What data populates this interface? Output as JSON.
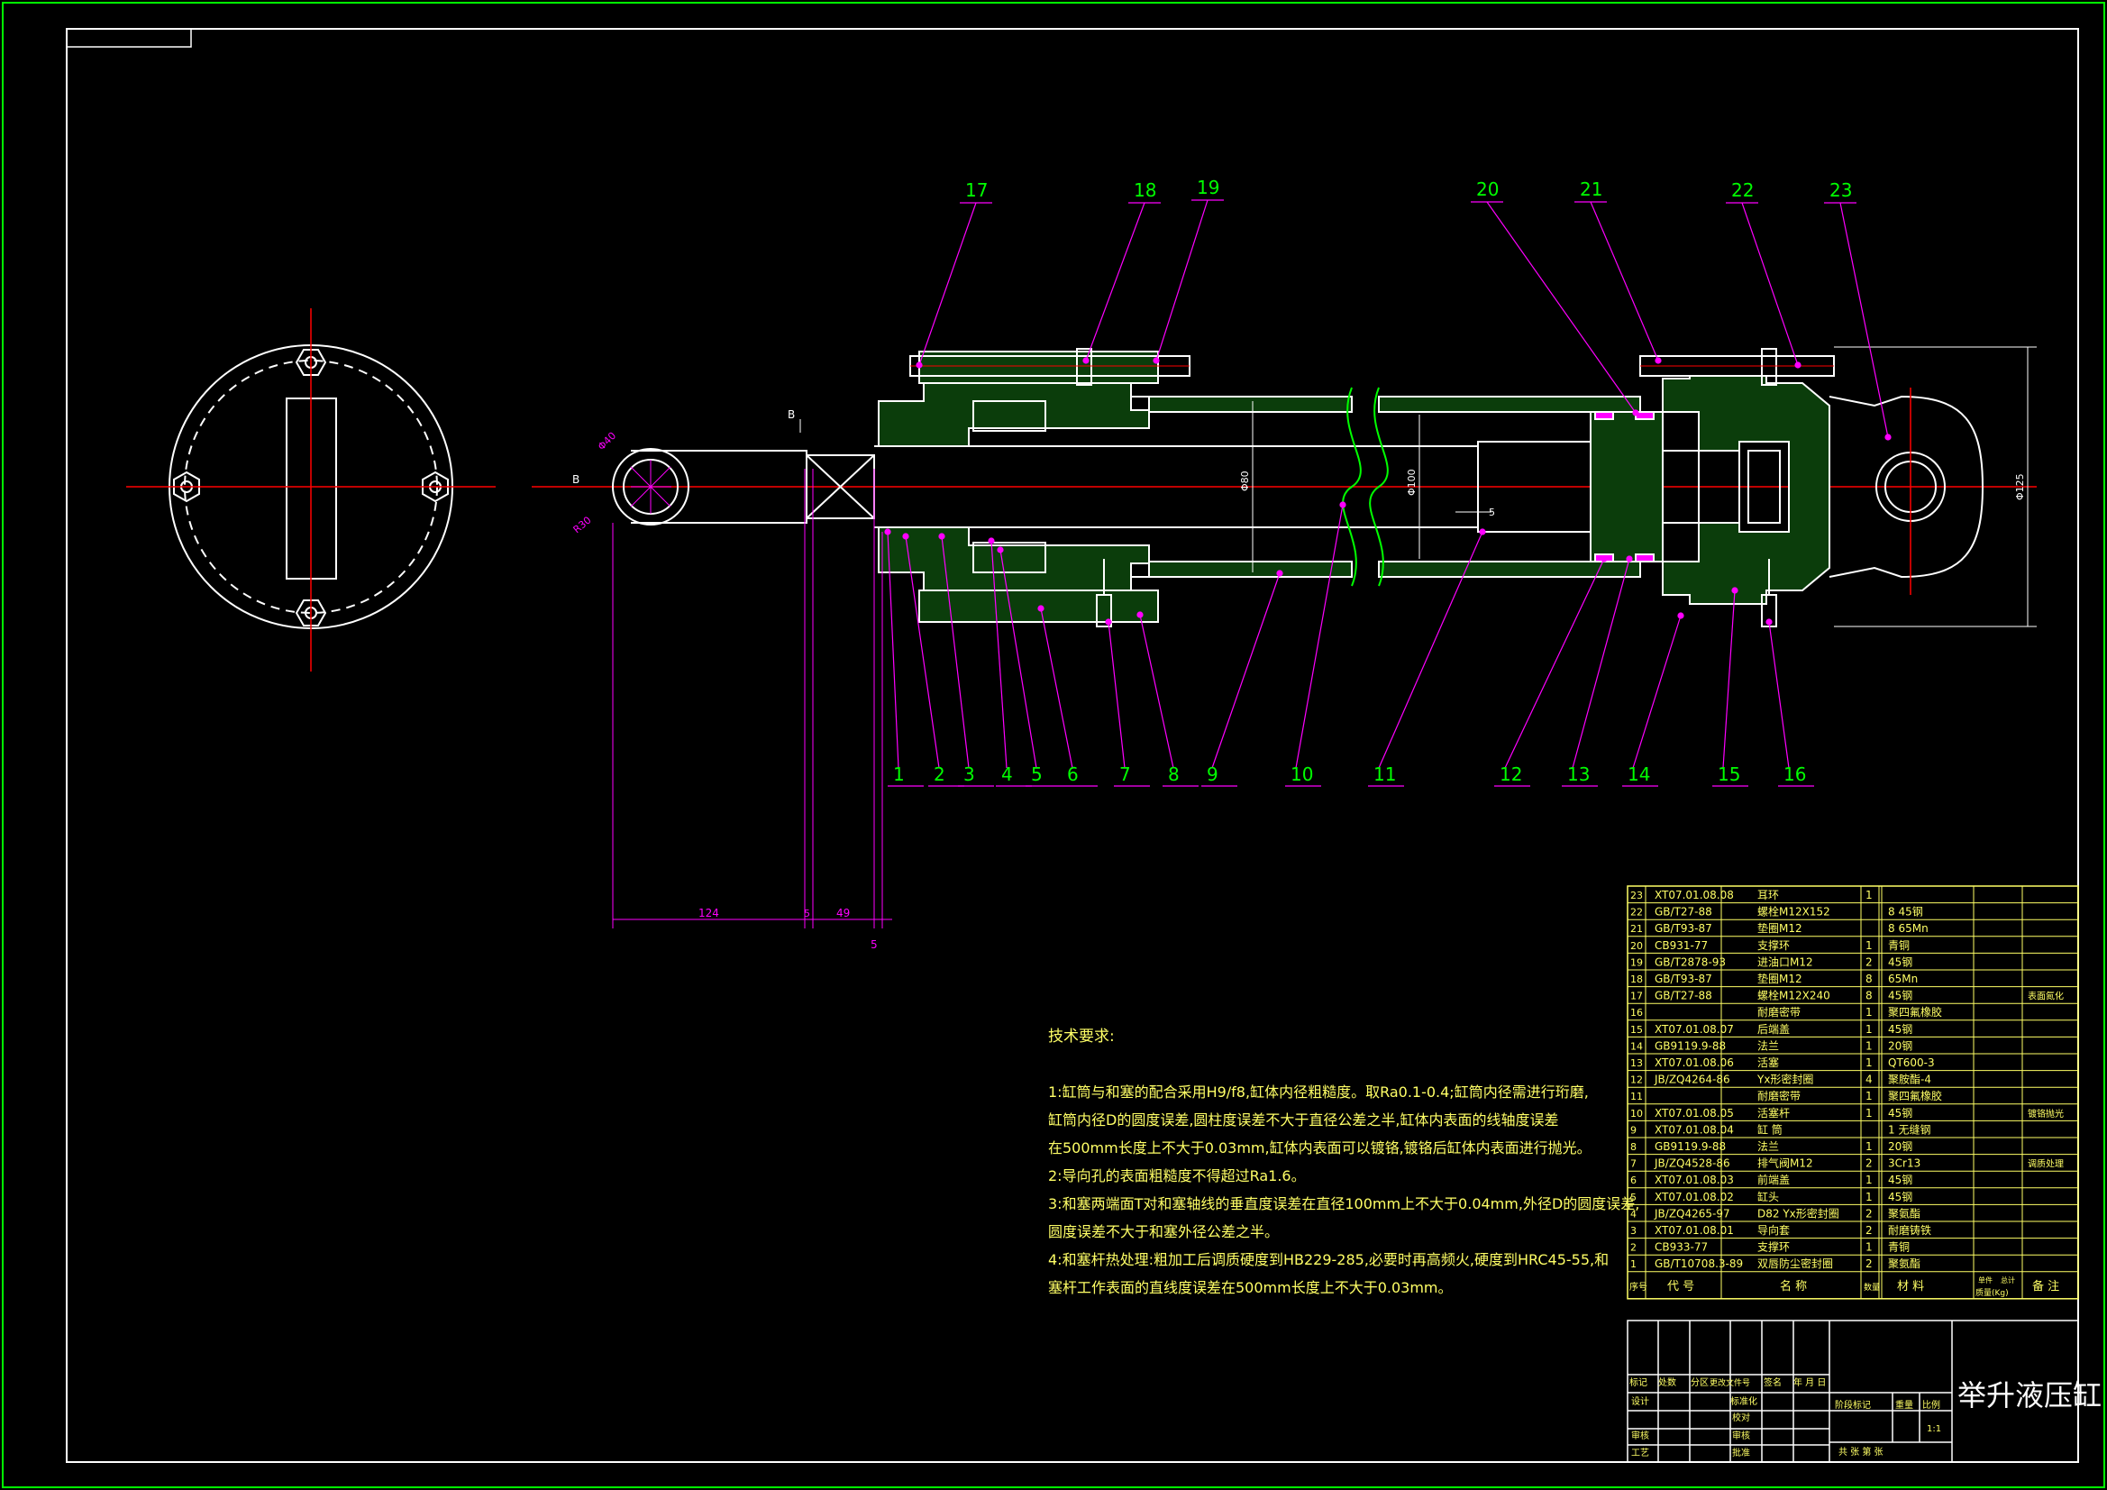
{
  "drawing": {
    "title": "举升液压缸",
    "section_marker": "B",
    "colors": {
      "border": "#00ff00",
      "part": "#ffffff",
      "hatch": "#00ff00",
      "centerline": "#ff0000",
      "leader": "#ff00ff",
      "balloon_text": "#00ff00",
      "table": "#ffff66",
      "hidden": "#ffffff"
    },
    "balloons_top": [
      "17",
      "18",
      "19",
      "20",
      "21",
      "22",
      "23"
    ],
    "balloons_bottom": [
      "1",
      "2",
      "3",
      "4",
      "5",
      "6",
      "7",
      "8",
      "9",
      "10",
      "11",
      "12",
      "13",
      "14",
      "15",
      "16"
    ],
    "dimensions": {
      "d124": "124",
      "d5a": "5",
      "d49": "49",
      "d5b": "5",
      "r30": "R30",
      "phi40": "Φ40",
      "phi80": "Φ80",
      "phi100": "Φ100",
      "d5c": "5",
      "phi125": "Φ125"
    }
  },
  "notes": {
    "title": "技术要求:",
    "lines": [
      "1:缸筒与和塞的配合采用H9/f8,缸体内径粗糙度。取Ra0.1-0.4;缸筒内径需进行珩磨,",
      "缸筒内径D的圆度误差,圆柱度误差不大于直径公差之半,缸体内表面的线轴度误差",
      "在500mm长度上不大于0.03mm,缸体内表面可以镀铬,镀铬后缸体内表面进行抛光。",
      "2:导向孔的表面粗糙度不得超过Ra1.6。",
      "3:和塞两端面T对和塞轴线的垂直度误差在直径100mm上不大于0.04mm,外径D的圆度误差,",
      "圆度误差不大于和塞外径公差之半。",
      "4:和塞杆热处理:粗加工后调质硬度到HB229-285,必要时再高频火,硬度到HRC45-55,和",
      "塞杆工作表面的直线度误差在500mm长度上不大于0.03mm。"
    ]
  },
  "bom": {
    "rows": [
      {
        "no": "23",
        "code": "XT07.01.08.08",
        "name": "耳环",
        "qty": "1",
        "material": "",
        "remark": ""
      },
      {
        "no": "22",
        "code": "GB/T27-88",
        "name": "螺栓M12X152",
        "qty": "",
        "material": "8   45钢",
        "remark": ""
      },
      {
        "no": "21",
        "code": "GB/T93-87",
        "name": "垫圈M12",
        "qty": "",
        "material": "8   65Mn",
        "remark": ""
      },
      {
        "no": "20",
        "code": "CB931-77",
        "name": "支撑环",
        "qty": "1",
        "material": "青铜",
        "remark": ""
      },
      {
        "no": "19",
        "code": "GB/T2878-93",
        "name": "进油口M12",
        "qty": "2",
        "material": "45钢",
        "remark": ""
      },
      {
        "no": "18",
        "code": "GB/T93-87",
        "name": "垫圈M12",
        "qty": "8",
        "material": "65Mn",
        "remark": ""
      },
      {
        "no": "17",
        "code": "GB/T27-88",
        "name": "螺栓M12X240",
        "qty": "8",
        "material": "45钢",
        "remark": "表面氮化"
      },
      {
        "no": "16",
        "code": "",
        "name": "耐磨密带",
        "qty": "1",
        "material": "聚四氟橡胶",
        "remark": ""
      },
      {
        "no": "15",
        "code": "XT07.01.08.07",
        "name": "后端盖",
        "qty": "1",
        "material": "45钢",
        "remark": ""
      },
      {
        "no": "14",
        "code": "GB9119.9-88",
        "name": "法兰",
        "qty": "1",
        "material": "20钢",
        "remark": ""
      },
      {
        "no": "13",
        "code": "XT07.01.08.06",
        "name": "活塞",
        "qty": "1",
        "material": "QT600-3",
        "remark": ""
      },
      {
        "no": "12",
        "code": "JB/ZQ4264-86",
        "name": "Yx形密封圈",
        "qty": "4",
        "material": "聚胺酯-4",
        "remark": ""
      },
      {
        "no": "11",
        "code": "",
        "name": "耐磨密带",
        "qty": "1",
        "material": "聚四氟橡胶",
        "remark": ""
      },
      {
        "no": "10",
        "code": "XT07.01.08.05",
        "name": "活塞杆",
        "qty": "1",
        "material": "45钢",
        "remark": "镀铬抛光"
      },
      {
        "no": "9",
        "code": "XT07.01.08.04",
        "name": "缸  筒",
        "qty": "",
        "material": "1   无缝钢",
        "remark": ""
      },
      {
        "no": "8",
        "code": "GB9119.9-88",
        "name": "法兰",
        "qty": "1",
        "material": "20钢",
        "remark": ""
      },
      {
        "no": "7",
        "code": "JB/ZQ4528-86",
        "name": "排气阀M12",
        "qty": "2",
        "material": "3Cr13",
        "remark": "调质处理"
      },
      {
        "no": "6",
        "code": "XT07.01.08.03",
        "name": "前端盖",
        "qty": "1",
        "material": "45钢",
        "remark": ""
      },
      {
        "no": "5",
        "code": "XT07.01.08.02",
        "name": "缸头",
        "qty": "1",
        "material": "45钢",
        "remark": ""
      },
      {
        "no": "4",
        "code": "JB/ZQ4265-97",
        "name": "D82 Yx形密封圈",
        "qty": "2",
        "material": "聚氨酯",
        "remark": ""
      },
      {
        "no": "3",
        "code": "XT07.01.08.01",
        "name": "导向套",
        "qty": "2",
        "material": "耐磨铸铁",
        "remark": ""
      },
      {
        "no": "2",
        "code": "CB933-77",
        "name": "支撑环",
        "qty": "1",
        "material": "青铜",
        "remark": ""
      },
      {
        "no": "1",
        "code": "GB/T10708.3-89",
        "name": "双唇防尘密封圈",
        "qty": "2",
        "material": "聚氨酯",
        "remark": ""
      }
    ],
    "header": {
      "no": "序号",
      "code": "代  号",
      "name": "名  称",
      "qty": "数量",
      "material": "材  料",
      "unit_weight": "单件",
      "total_weight": "总计",
      "weight_label": "质量(Kg)",
      "remark": "备  注"
    }
  },
  "title_block": {
    "row1": [
      "标记",
      "处数",
      "分区",
      "更改文件号",
      "签名",
      "年 月 日"
    ],
    "design": "设计",
    "standard": "标准化",
    "check": "审核",
    "process": "工艺",
    "approve": "批准",
    "proof": "校对",
    "review": "审核",
    "stage": "阶段标记",
    "weight": "重量",
    "scale": "比例",
    "scale_value": "1:1",
    "sheets": "共  张  第  张"
  }
}
